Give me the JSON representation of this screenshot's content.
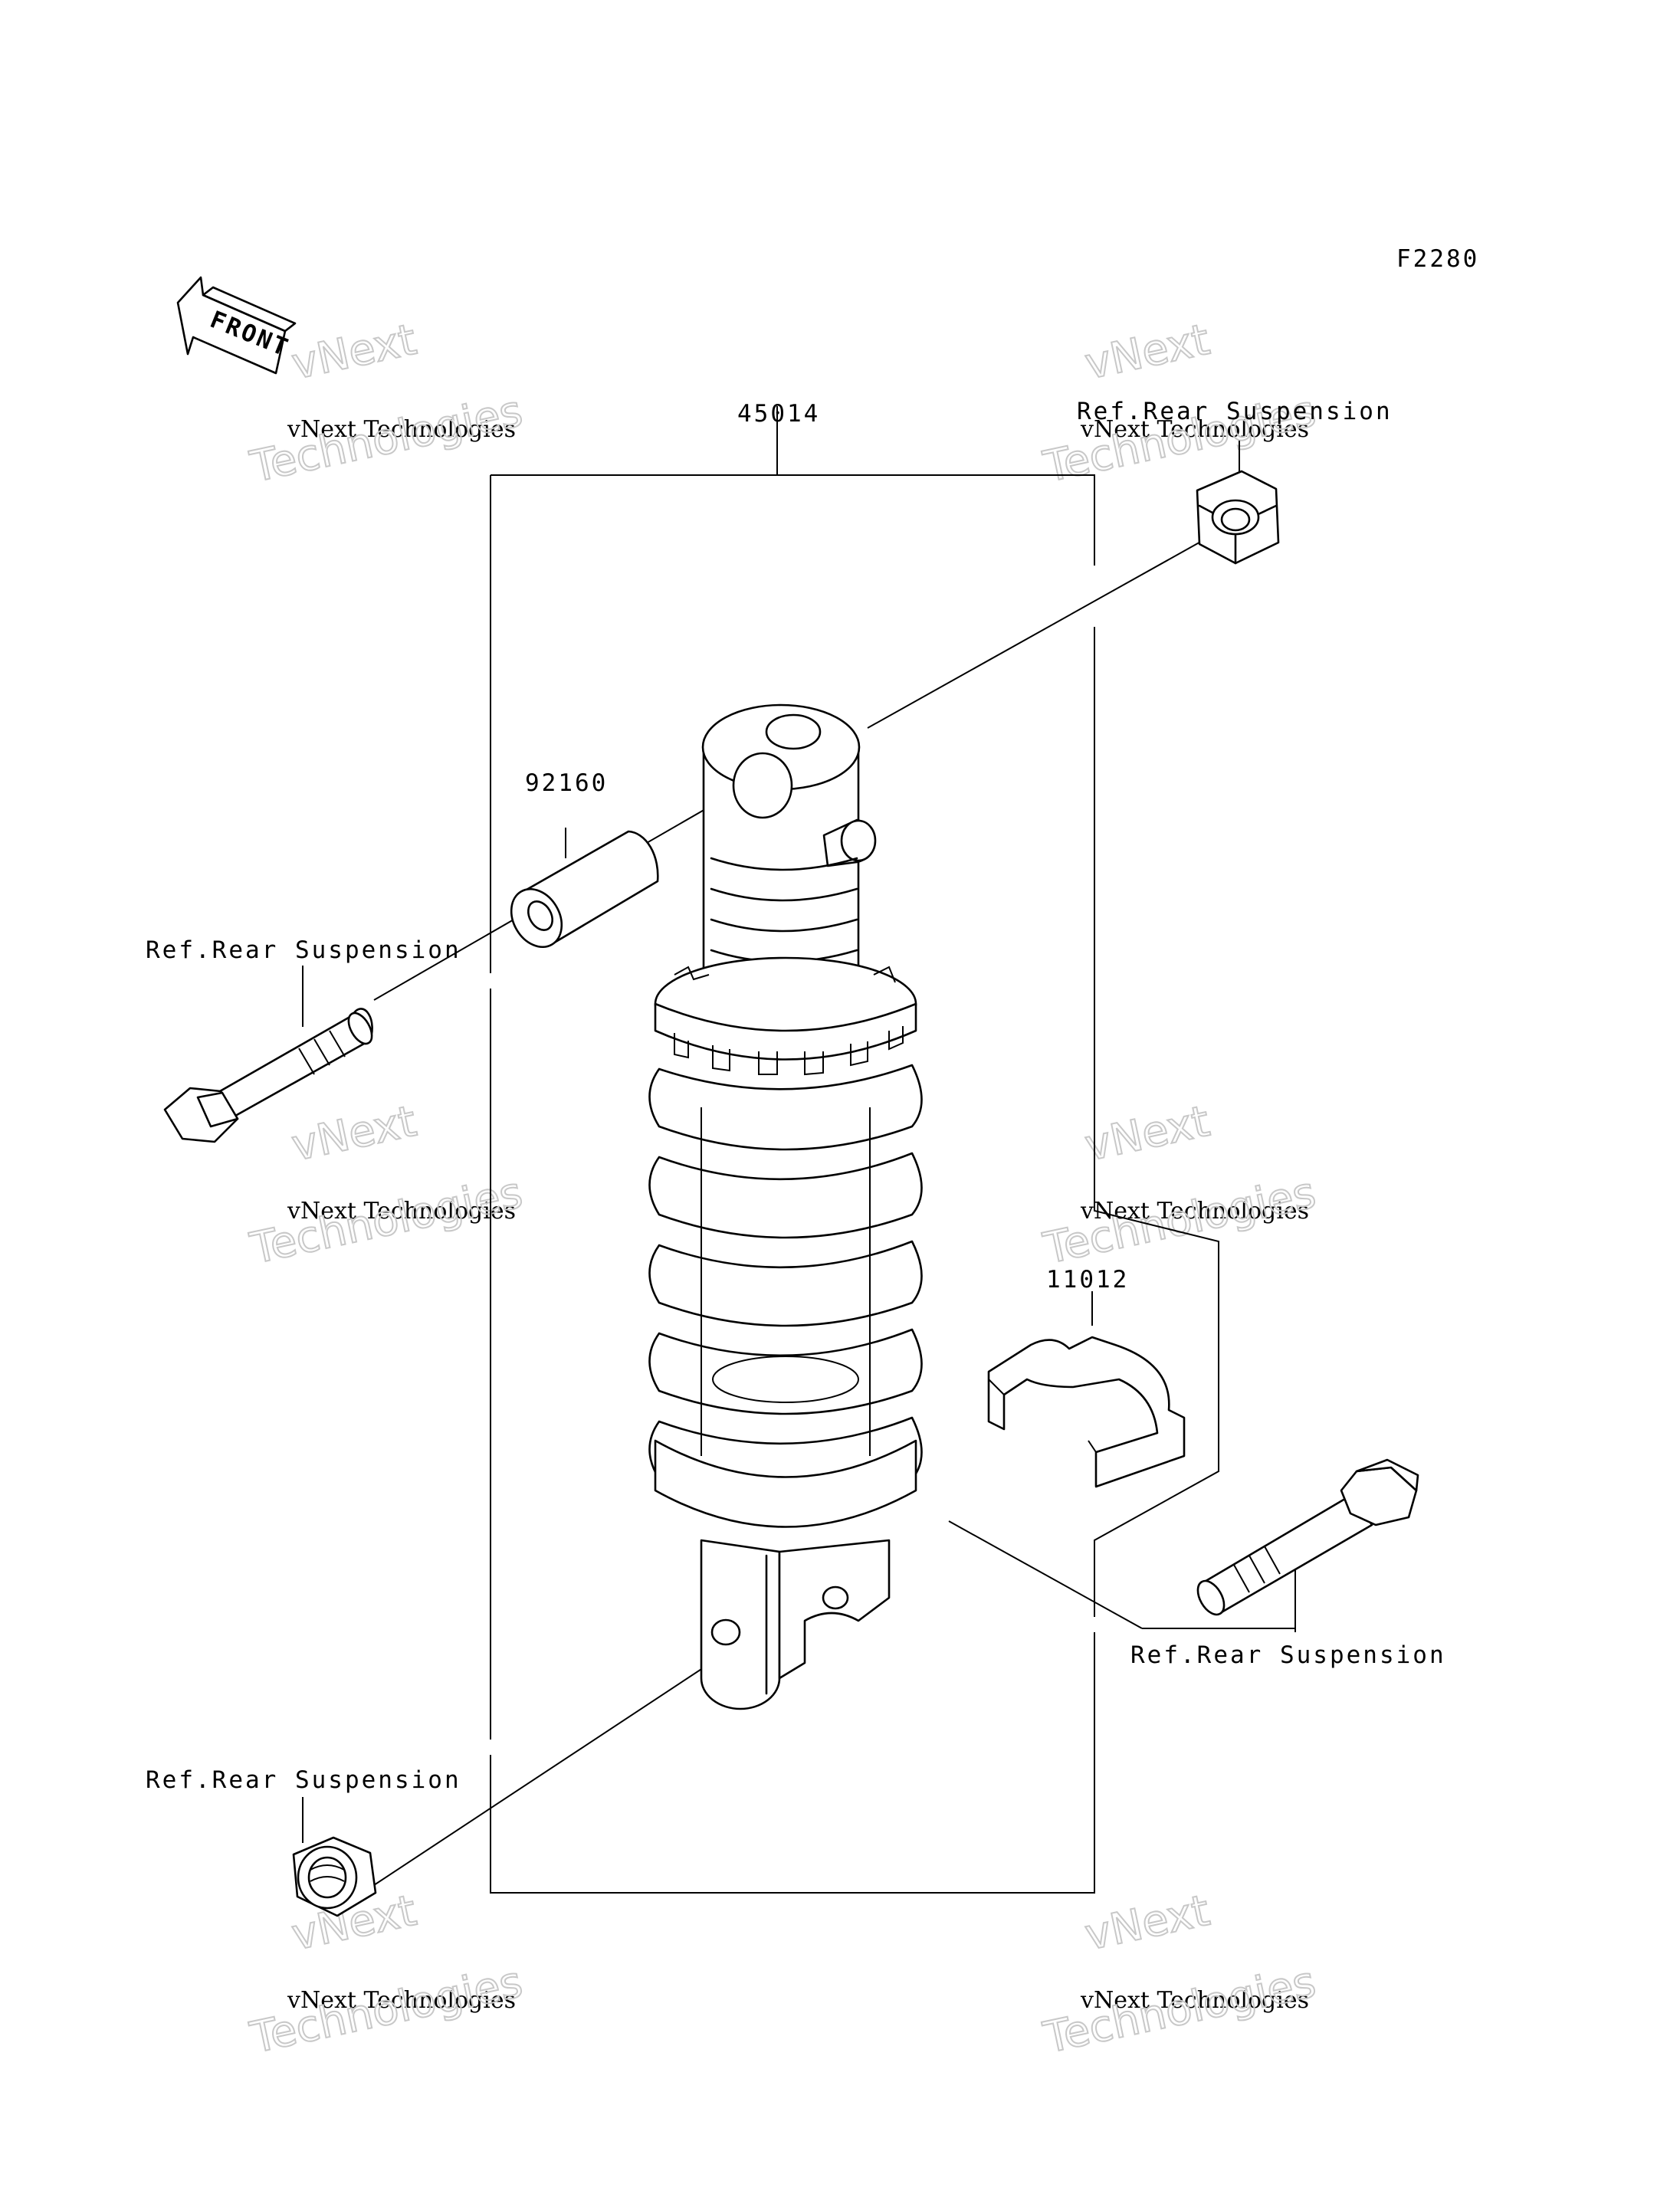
{
  "diagram": {
    "figure_code": "F2280",
    "front_arrow_label": "FRONT",
    "part_labels": {
      "shock_absorber": "45014",
      "bushing": "92160",
      "clamp": "11012"
    },
    "reference_labels": {
      "top_nut": "Ref.Rear Suspension",
      "upper_bolt": "Ref.Rear Suspension",
      "lower_bolt": "Ref.Rear Suspension",
      "lower_nut": "Ref.Rear Suspension"
    },
    "watermark": {
      "line1": "vNext",
      "line2": "vNext Technologies",
      "line3": "Technologies"
    }
  }
}
